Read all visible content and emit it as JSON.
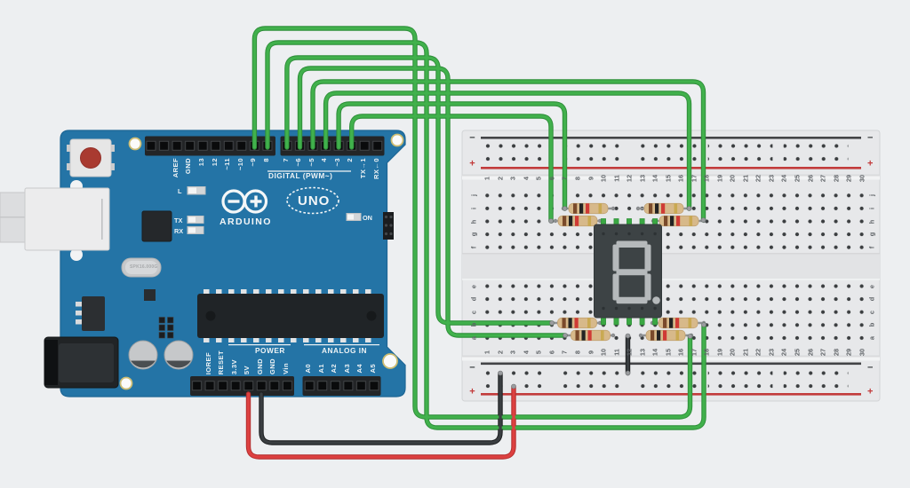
{
  "app": {
    "background_color": "#EDEFF1"
  },
  "arduino": {
    "name": "Arduino Uno",
    "brand_label": "ARDUINO",
    "model_label": "UNO",
    "digital_header_label": "DIGITAL (PWM~)",
    "digital_pins": [
      "AREF",
      "GND",
      "13",
      "12",
      "~11",
      "~10",
      "~9",
      "8",
      "7",
      "~6",
      "~5",
      "4",
      "~3",
      "2",
      "TX→1",
      "RX←0"
    ],
    "led_labels": {
      "l": "L",
      "tx": "TX",
      "rx": "RX",
      "on": "ON"
    },
    "power_header_label": "POWER",
    "power_pins": [
      "IOREF",
      "RESET",
      "3.3V",
      "5V",
      "GND",
      "GND",
      "Vin"
    ],
    "analog_header_label": "ANALOG IN",
    "analog_pins": [
      "A0",
      "A1",
      "A2",
      "A3",
      "A4",
      "A5"
    ],
    "crystal_label": "SPK16.000G",
    "board_color": "#2474A6"
  },
  "breadboard": {
    "column_numbers": [
      "1",
      "2",
      "3",
      "4",
      "5",
      "6",
      "7",
      "8",
      "9",
      "10",
      "11",
      "12",
      "13",
      "14",
      "15",
      "16",
      "17",
      "18",
      "19",
      "20",
      "21",
      "22",
      "23",
      "24",
      "25",
      "26",
      "27",
      "28",
      "29",
      "30"
    ],
    "row_letters_top": [
      "j",
      "i",
      "h",
      "g",
      "f"
    ],
    "row_letters_bottom": [
      "e",
      "d",
      "c",
      "b",
      "a"
    ],
    "rail_minus": "−",
    "rail_plus": "+"
  },
  "display": {
    "type": "seven-segment-display",
    "shown_value": "8",
    "decimal_point": true
  },
  "resistors": {
    "count": 8,
    "band_colors": [
      "brown",
      "black",
      "red",
      "gold"
    ]
  },
  "wires": {
    "green_signal_wires": 8,
    "green_color": "#3FAE4A",
    "red_power_color": "#D63C3C",
    "black_ground_color": "#33373A",
    "connections": [
      "pin ~9",
      "pin 8",
      "pin 7",
      "pin ~6",
      "pin ~5",
      "pin 4",
      "pin ~3",
      "pin 2",
      "5V",
      "GND"
    ]
  }
}
